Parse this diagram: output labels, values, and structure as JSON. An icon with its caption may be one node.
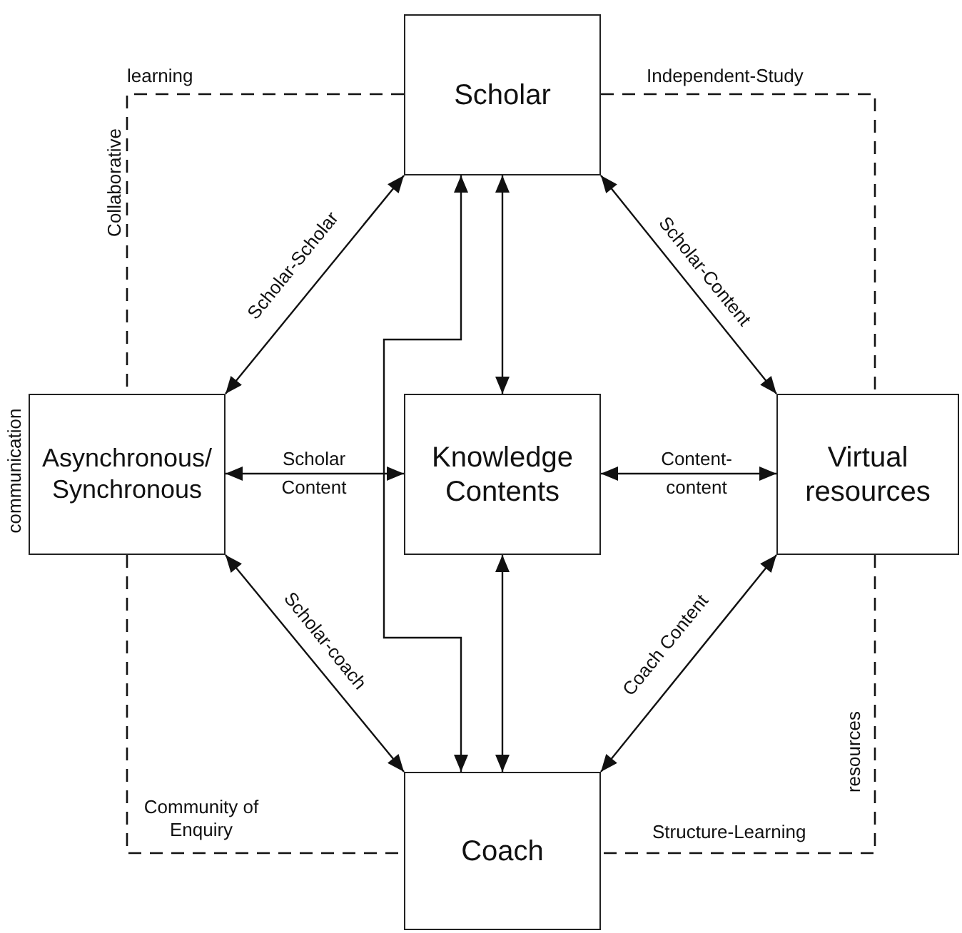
{
  "diagram": {
    "nodes": [
      {
        "text": [
          "Scholar"
        ]
      },
      {
        "text": [
          "Asynchronous/ Synchronous"
        ],
        "beside": [
          "communication"
        ]
      },
      {
        "text": [
          "Knowledge Contents"
        ]
      },
      {
        "text": [
          "Virtual resources"
        ]
      },
      {
        "text": [
          "Coach"
        ]
      }
    ],
    "edges": [
      {
        "from": 0,
        "to": 1,
        "arrow": "both",
        "label": "Scholar-Scholar"
      },
      {
        "from": 0,
        "to": 3,
        "arrow": "both",
        "label": "Scholar-Content"
      },
      {
        "from": 0,
        "to": 2,
        "arrow": "both"
      },
      {
        "from": 0,
        "to": 4,
        "arrow": "both"
      },
      {
        "from": 1,
        "to": 2,
        "arrow": "both",
        "label": "Scholar Content"
      },
      {
        "from": 2,
        "to": 3,
        "arrow": "both",
        "label": "Content- content"
      },
      {
        "from": 1,
        "to": 4,
        "arrow": "both",
        "label": "Scholar-coach"
      },
      {
        "from": 2,
        "to": 4,
        "arrow": "both"
      },
      {
        "from": 3,
        "to": 4,
        "arrow": "both",
        "label": "Coach Content"
      },
      {
        "from": 0,
        "to": 1,
        "arrow": "none",
        "style": "dashed"
      },
      {
        "from": 0,
        "to": 3,
        "arrow": "none",
        "style": "dashed"
      },
      {
        "from": 1,
        "to": 4,
        "arrow": "none",
        "style": "dashed"
      },
      {
        "from": 3,
        "to": 4,
        "arrow": "none",
        "style": "dashed"
      }
    ],
    "labels": [
      "learning",
      "Independent-Study",
      "Collaborative",
      "Community of Enquiry",
      "Structure-Learning",
      "resources"
    ]
  }
}
